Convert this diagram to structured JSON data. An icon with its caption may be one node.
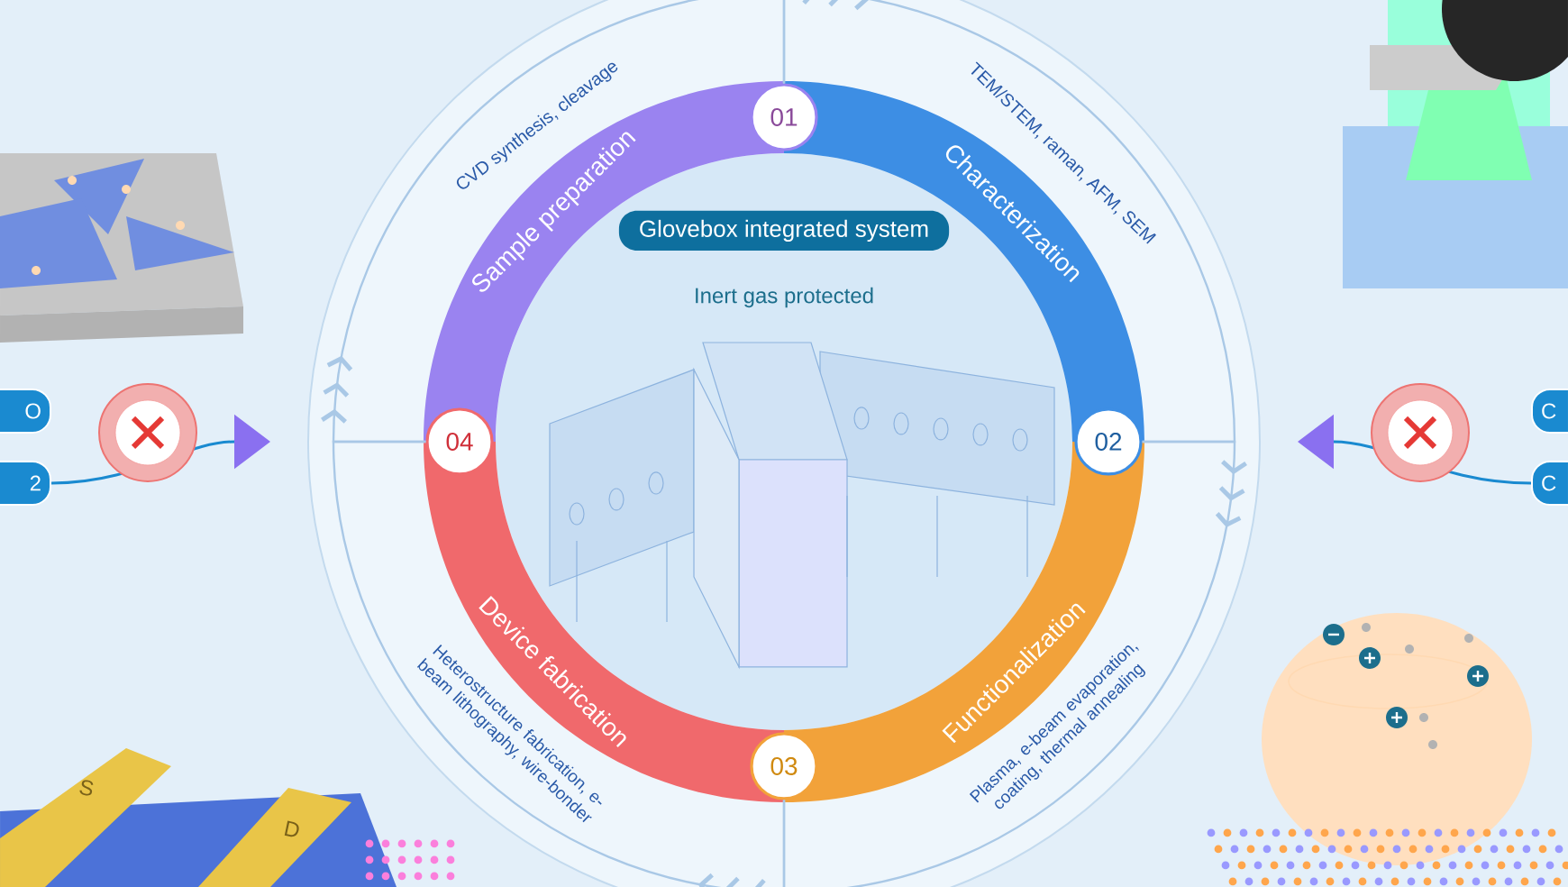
{
  "diagram": {
    "nodes": [
      {
        "text": [
          "Glovebox integrated system"
        ]
      },
      {
        "text": [
          "Sample preparation"
        ]
      },
      {
        "text": [
          "01"
        ]
      },
      {
        "text": [
          "Characterization"
        ]
      },
      {
        "text": [
          "02"
        ]
      },
      {
        "text": [
          "Functionalization"
        ]
      },
      {
        "text": [
          "03"
        ]
      },
      {
        "text": [
          "Device fabrication"
        ]
      },
      {
        "text": [
          "04"
        ]
      },
      {
        "text": [
          "O"
        ]
      },
      {
        "text": [
          "2"
        ]
      },
      {
        "text": [
          "C"
        ]
      },
      {
        "text": [
          "C"
        ]
      }
    ],
    "edges": [
      {
        "from": 2,
        "to": 4,
        "arrow": "to"
      },
      {
        "from": 4,
        "to": 6,
        "arrow": "to"
      },
      {
        "from": 6,
        "to": 8,
        "arrow": "to"
      },
      {
        "from": 8,
        "to": 2,
        "arrow": "to"
      },
      {
        "from": 10,
        "to": null,
        "arrow": "to",
        "color": "#1a8ad0"
      },
      {
        "from": 12,
        "to": null,
        "arrow": "to",
        "color": "#1a8ad0"
      }
    ],
    "labels": [
      "CVD synthesis, cleavage",
      "TEM/STEM, raman, AFM, SEM",
      "Inert gas protected",
      "Heterostructure fabrication, e-beam lithography, wire-bonder",
      "Plasma, e-beam evaporation, coating, thermal annealing",
      "S",
      "D"
    ]
  }
}
